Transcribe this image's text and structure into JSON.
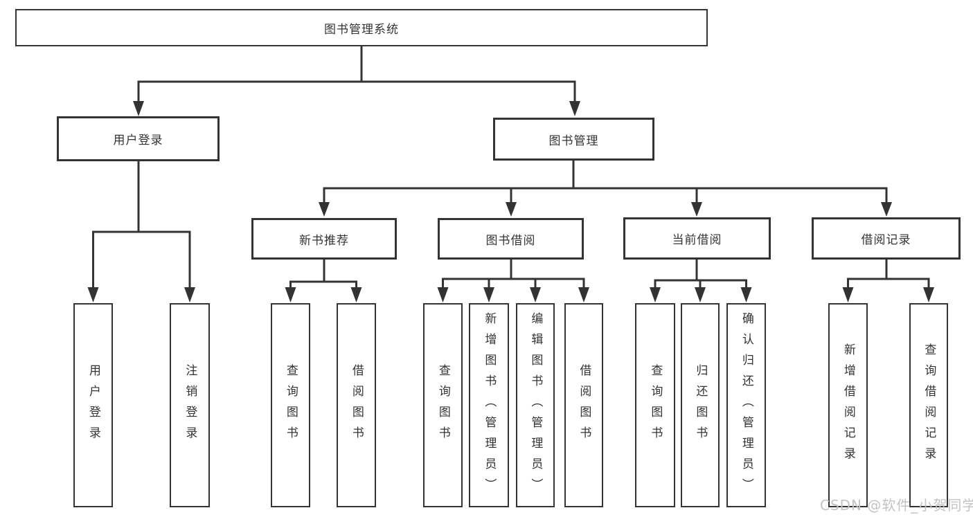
{
  "diagram": {
    "root": {
      "label": "图书管理系统"
    },
    "branches": [
      {
        "label": "用户登录",
        "children": [
          {
            "label": "用户登录"
          },
          {
            "label": "注销登录"
          }
        ]
      },
      {
        "label": "图书管理",
        "children": [
          {
            "label": "新书推荐",
            "children": [
              {
                "label": "查询图书"
              },
              {
                "label": "借阅图书"
              }
            ]
          },
          {
            "label": "图书借阅",
            "children": [
              {
                "label": "查询图书"
              },
              {
                "label": "新增图书（管理员）"
              },
              {
                "label": "编辑图书（管理员）"
              },
              {
                "label": "借阅图书"
              }
            ]
          },
          {
            "label": "当前借阅",
            "children": [
              {
                "label": "查询图书"
              },
              {
                "label": "归还图书"
              },
              {
                "label": "确认归还（管理员）"
              }
            ]
          },
          {
            "label": "借阅记录",
            "children": [
              {
                "label": "新增借阅记录"
              },
              {
                "label": "查询借阅记录"
              }
            ]
          }
        ]
      }
    ]
  },
  "watermark": "CSDN @软件_小贺同学",
  "colors": {
    "line": "#333333",
    "box_border": "#333333",
    "box_fill": "#ffffff",
    "text": "#333333",
    "watermark": "#c3c3c3"
  }
}
